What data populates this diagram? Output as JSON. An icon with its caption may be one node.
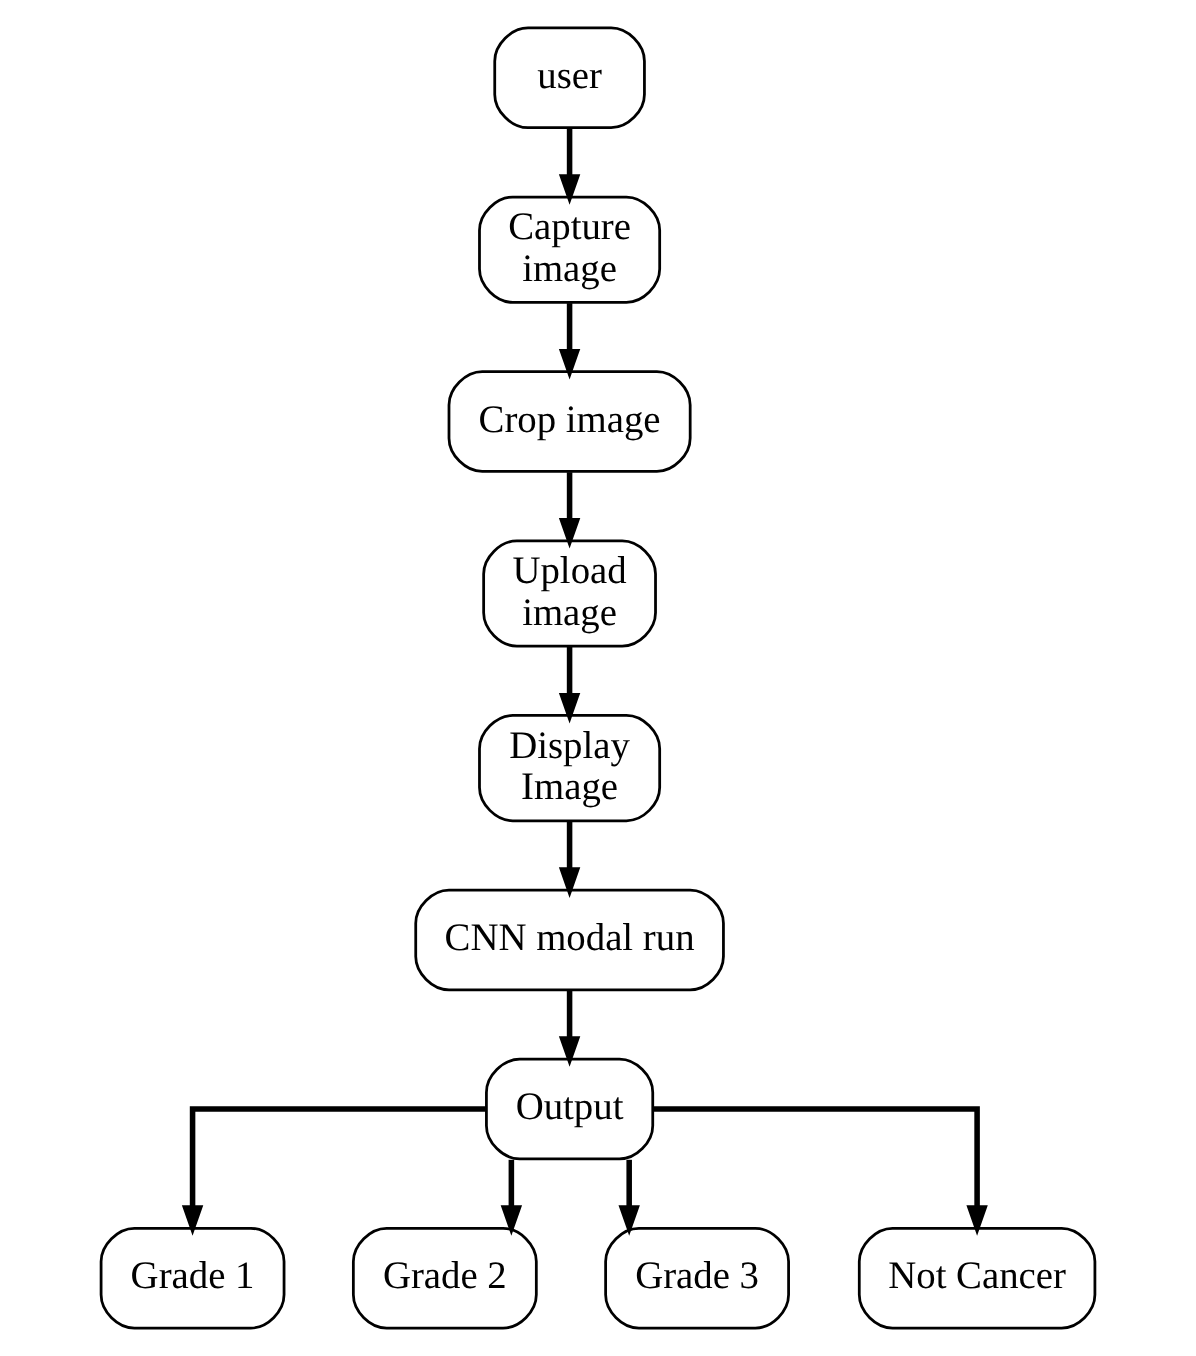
{
  "diagram": {
    "nodes": [
      {
        "text": [
          "user"
        ]
      },
      {
        "text": [
          "Capture image"
        ]
      },
      {
        "text": [
          "Crop image"
        ]
      },
      {
        "text": [
          "Upload image"
        ]
      },
      {
        "text": [
          "Display Image"
        ]
      },
      {
        "text": [
          "CNN modal run"
        ]
      },
      {
        "text": [
          "Output"
        ]
      },
      {
        "text": [
          "Grade 1"
        ]
      },
      {
        "text": [
          "Grade 2"
        ]
      },
      {
        "text": [
          "Grade 3"
        ]
      },
      {
        "text": [
          "Not Cancer"
        ]
      }
    ],
    "edges": [
      {
        "from": 0,
        "to": 1,
        "arrow": "to"
      },
      {
        "from": 1,
        "to": 2,
        "arrow": "to"
      },
      {
        "from": 2,
        "to": 3,
        "arrow": "to"
      },
      {
        "from": 3,
        "to": 4,
        "arrow": "to"
      },
      {
        "from": 4,
        "to": 5,
        "arrow": "to"
      },
      {
        "from": 5,
        "to": 6,
        "arrow": "to"
      },
      {
        "from": 6,
        "to": 7,
        "arrow": "to"
      },
      {
        "from": 6,
        "to": 8,
        "arrow": "to"
      },
      {
        "from": 6,
        "to": 9,
        "arrow": "to"
      },
      {
        "from": 6,
        "to": 10,
        "arrow": "to"
      }
    ]
  }
}
